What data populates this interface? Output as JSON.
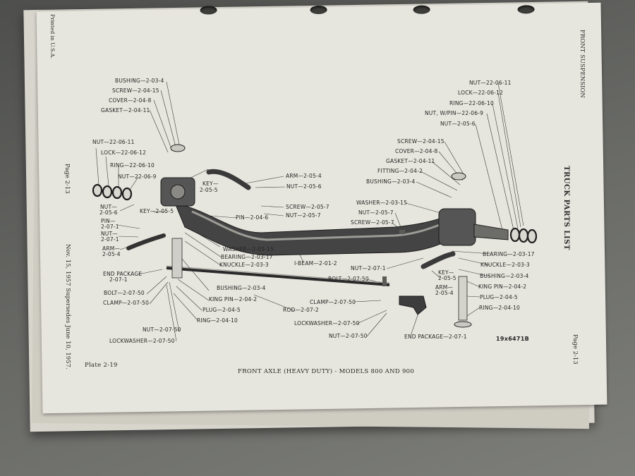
{
  "header": {
    "section": "FRONT SUSPENSION",
    "list_title": "TRUCK PARTS LIST",
    "page_right": "Page 2-13",
    "page_left": "Page 2-13",
    "printed": "Printed in U.S.A.",
    "date_note": "Nov. 15, 1957 Supersedes June 10, 1957."
  },
  "footer": {
    "plate": "Plate 2-19",
    "title": "FRONT AXLE (HEAVY DUTY) - MODELS 800 AND 900",
    "drawing_no": "19x6471B"
  },
  "labels": {
    "bushing_2034_a": "BUSHING—2-03-4",
    "screw_20415_a": "SCREW—2-04-15",
    "cover_2048_a": "COVER—2-04-8",
    "gasket_20411_a": "GASKET—2-04-11",
    "nut_220611_a": "NUT—22-06-11",
    "lock_220612_a": "LOCK—22-06-12",
    "ring_220610_a": "RING—22-06-10",
    "nut_22069_a": "NUT—22-06-9",
    "key_2055_a": "KEY—",
    "key_2055_a2": "2-05-5",
    "arm_2054_a": "ARM—2-05-4",
    "nut_2056_a": "NUT—2-05-6",
    "screw_2057_a": "SCREW—2-05-7",
    "nut_2057_a": "NUT—2-05-7",
    "pin_2046": "PIN—2-04-6",
    "nut_2056_b1": "NUT—",
    "nut_2056_b2": "2-05-6",
    "key_2055_b": "KEY—2-05-5",
    "pin_2071_1": "PIN—",
    "pin_2071_2": "2-07-1",
    "nut_2071_1": "NUT—",
    "nut_2071_2": "2-07-1",
    "arm_2054_b1": "ARM—",
    "arm_2054_b2": "2-05-4",
    "washer_20315_a": "WASHER—2-03-15",
    "bearing_20317_a": "BEARING—2-03-17",
    "knuckle_2033_a": "KNUCKLE—2-03-3",
    "ibeam": "I-BEAM—2-01-2",
    "endpkg_a1": "END PACKAGE",
    "endpkg_a2": "2-07-1",
    "bolt_20750_a": "BOLT—2-07-50",
    "clamp_20750_a": "CLAMP—2-07-50",
    "bushing_2034_b": "BUSHING—2-03-4",
    "kingpin_2042_a": "KING PIN—2-04-2",
    "plug_2045_a": "PLUG—2-04-5",
    "ring_20410_a": "RING—2-04-10",
    "nut_20750_a": "NUT—2-07-50",
    "lockwasher_a": "LOCKWASHER—2-07-50",
    "rod_2072": "ROD—2-07-2",
    "nut_220611_b": "NUT—22-06-11",
    "lock_220612_b": "LOCK—22-06-12",
    "ring_220610_b": "RING—22-06-10",
    "nutwpin_22069": "NUT, W/PIN—22-06-9",
    "nut_2056_c": "NUT—2-05-6",
    "screw_20415_b": "SCREW—2-04-15",
    "cover_2048_b": "COVER—2-04-8",
    "gasket_20411_b": "GASKET—2-04-11",
    "fitting_2042": "FITTING—2-04-2",
    "bushing_2034_c": "BUSHING—2-03-4",
    "washer_20315_b": "WASHER—2-03-15",
    "nut_2057_b": "NUT—2-05-7",
    "screw_2057_b": "SCREW—2-05-7",
    "bearing_20317_b": "BEARING—2-03-17",
    "knuckle_2033_b": "KNUCKLE—2-03-3",
    "bushing_2034_d": "BUSHING—2-03-4",
    "kingpin_2042_b": "KING PIN—2-04-2",
    "plug_2045_b": "PLUG—2-04-5",
    "ring_20410_b": "RING—2-04-10",
    "nut_2071_b": "NUT—2-07-1",
    "key_2055_c1": "KEY—",
    "key_2055_c2": "2-05-5",
    "arm_2054_c1": "ARM—",
    "arm_2054_c2": "2-05-4",
    "bolt_20750_b": "BOLT—2-07-50",
    "clamp_20750_b": "CLAMP—2-07-50",
    "lockwasher_b": "LOCKWASHER—2-07-50",
    "nut_20750_b": "NUT—2-07-50",
    "endpkg_b": "END PACKAGE—2-07-1"
  },
  "colors": {
    "paper": "#e7e6de",
    "ink": "#262626",
    "metal_dark": "#2e2e2e",
    "metal_mid": "#7a7a78",
    "metal_light": "#b9b8b2"
  }
}
